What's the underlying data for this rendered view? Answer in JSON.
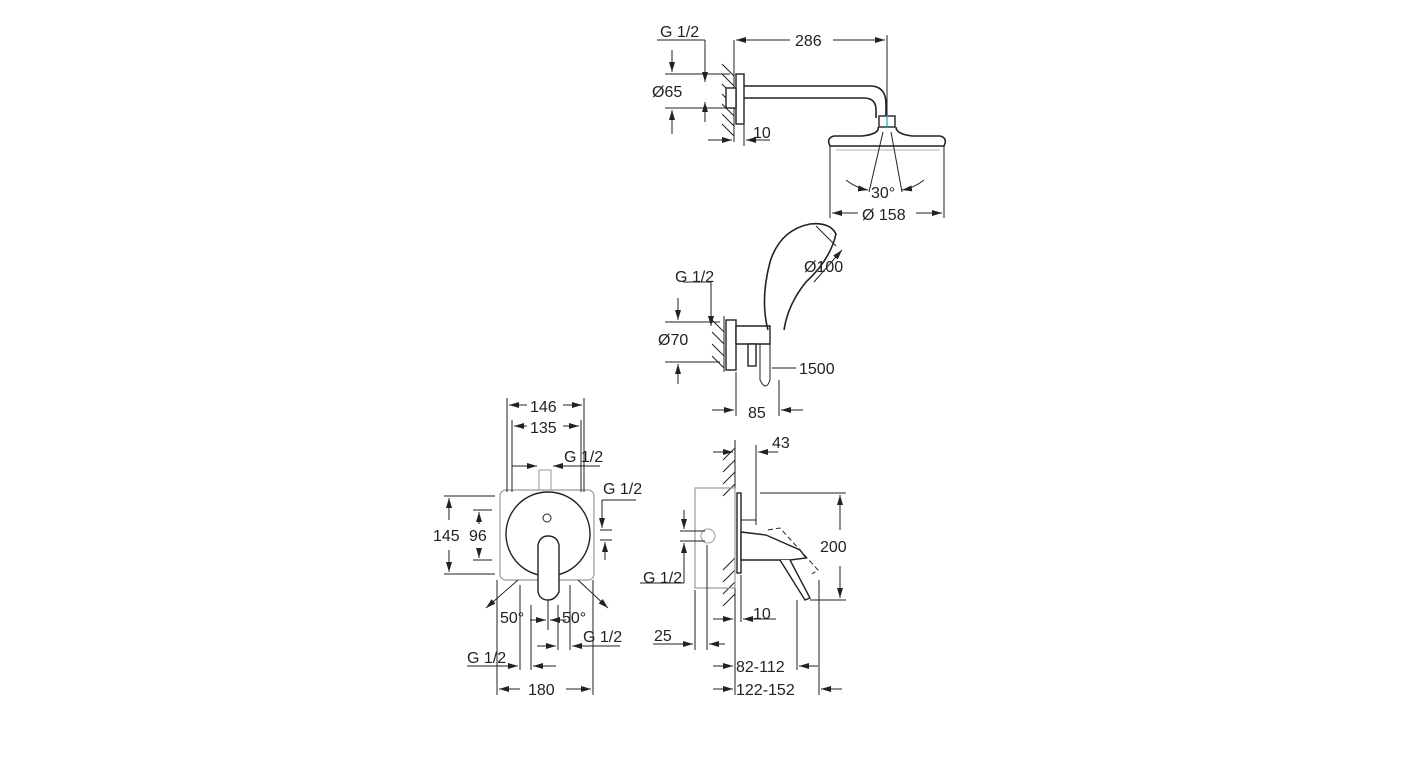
{
  "head_shower": {
    "thread": "G 1/2",
    "arm_length": "286",
    "flange_diameter": "Ø65",
    "flange_depth": "10",
    "spray_angle": "30°",
    "head_diameter": "Ø 158"
  },
  "hand_shower": {
    "thread": "G 1/2",
    "head_diameter": "Ø100",
    "outlet_diameter": "Ø70",
    "hose_length": "1500",
    "projection": "85"
  },
  "mixer_front": {
    "width_outer": "146",
    "width_inner": "135",
    "thread_top": "G 1/2",
    "thread_right": "G 1/2",
    "height_outer": "145",
    "height_inner": "96",
    "angle_left": "50°",
    "angle_right": "50°",
    "thread_bottom_right": "G 1/2",
    "thread_bottom_left": "G 1/2",
    "box_width": "180"
  },
  "mixer_side": {
    "stop_depth": "43",
    "height": "200",
    "thread": "G 1/2",
    "plate_depth": "10",
    "box_offset": "25",
    "projection_min": "82-112",
    "projection_max": "122-152"
  },
  "colors": {
    "line": "#222222",
    "accent": "#1aa6b7"
  }
}
